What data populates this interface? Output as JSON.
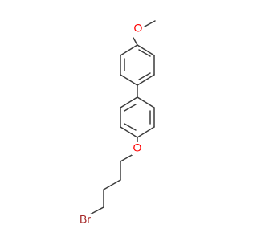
{
  "molecule": {
    "atoms": [
      {
        "label": "O",
        "color": "#ff0000"
      },
      {
        "label": "O",
        "color": "#ff0000"
      },
      {
        "label": "Br",
        "color": "#a62929"
      }
    ]
  }
}
